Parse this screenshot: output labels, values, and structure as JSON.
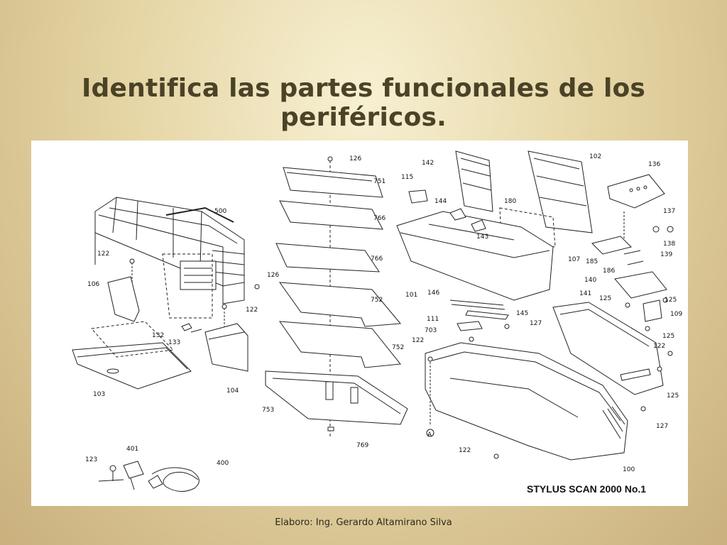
{
  "slide": {
    "title": "Identifica las partes funcionales de los periféricos.",
    "footer": "Elaboro: Ing. Gerardo Altamirano Silva"
  },
  "diagram": {
    "caption": "STYLUS SCAN 2000  No.1",
    "callouts": [
      {
        "id": "p500",
        "text": "500"
      },
      {
        "id": "p122a",
        "text": "122"
      },
      {
        "id": "p106",
        "text": "106"
      },
      {
        "id": "p126a",
        "text": "126"
      },
      {
        "id": "p122b",
        "text": "122"
      },
      {
        "id": "p132",
        "text": "132"
      },
      {
        "id": "p133",
        "text": "133"
      },
      {
        "id": "p103",
        "text": "103"
      },
      {
        "id": "p104",
        "text": "104"
      },
      {
        "id": "p123",
        "text": "123"
      },
      {
        "id": "p401",
        "text": "401"
      },
      {
        "id": "p400",
        "text": "400"
      },
      {
        "id": "p126b",
        "text": "126"
      },
      {
        "id": "p751",
        "text": "751"
      },
      {
        "id": "p766a",
        "text": "766"
      },
      {
        "id": "p766b",
        "text": "766"
      },
      {
        "id": "p752a",
        "text": "752"
      },
      {
        "id": "p752b",
        "text": "752"
      },
      {
        "id": "p753",
        "text": "753"
      },
      {
        "id": "p769",
        "text": "769"
      },
      {
        "id": "p142",
        "text": "142"
      },
      {
        "id": "p115",
        "text": "115"
      },
      {
        "id": "p144",
        "text": "144"
      },
      {
        "id": "p180",
        "text": "180"
      },
      {
        "id": "p143",
        "text": "143"
      },
      {
        "id": "p102",
        "text": "102"
      },
      {
        "id": "p101",
        "text": "101"
      },
      {
        "id": "p146",
        "text": "146"
      },
      {
        "id": "p145",
        "text": "145"
      },
      {
        "id": "p111",
        "text": "111"
      },
      {
        "id": "p703",
        "text": "703"
      },
      {
        "id": "p127a",
        "text": "127"
      },
      {
        "id": "p122c",
        "text": "122"
      },
      {
        "id": "pA",
        "text": "A"
      },
      {
        "id": "p122d",
        "text": "122"
      },
      {
        "id": "p100",
        "text": "100"
      },
      {
        "id": "p136",
        "text": "136"
      },
      {
        "id": "p137",
        "text": "137"
      },
      {
        "id": "p138",
        "text": "138"
      },
      {
        "id": "p107",
        "text": "107"
      },
      {
        "id": "p139",
        "text": "139"
      },
      {
        "id": "p185",
        "text": "185"
      },
      {
        "id": "p186",
        "text": "186"
      },
      {
        "id": "p140",
        "text": "140"
      },
      {
        "id": "p125a",
        "text": "125"
      },
      {
        "id": "p141",
        "text": "141"
      },
      {
        "id": "p125b",
        "text": "125"
      },
      {
        "id": "p109",
        "text": "109"
      },
      {
        "id": "p125c",
        "text": "125"
      },
      {
        "id": "p122e",
        "text": "122"
      },
      {
        "id": "p125d",
        "text": "125"
      },
      {
        "id": "p127b",
        "text": "127"
      }
    ]
  }
}
